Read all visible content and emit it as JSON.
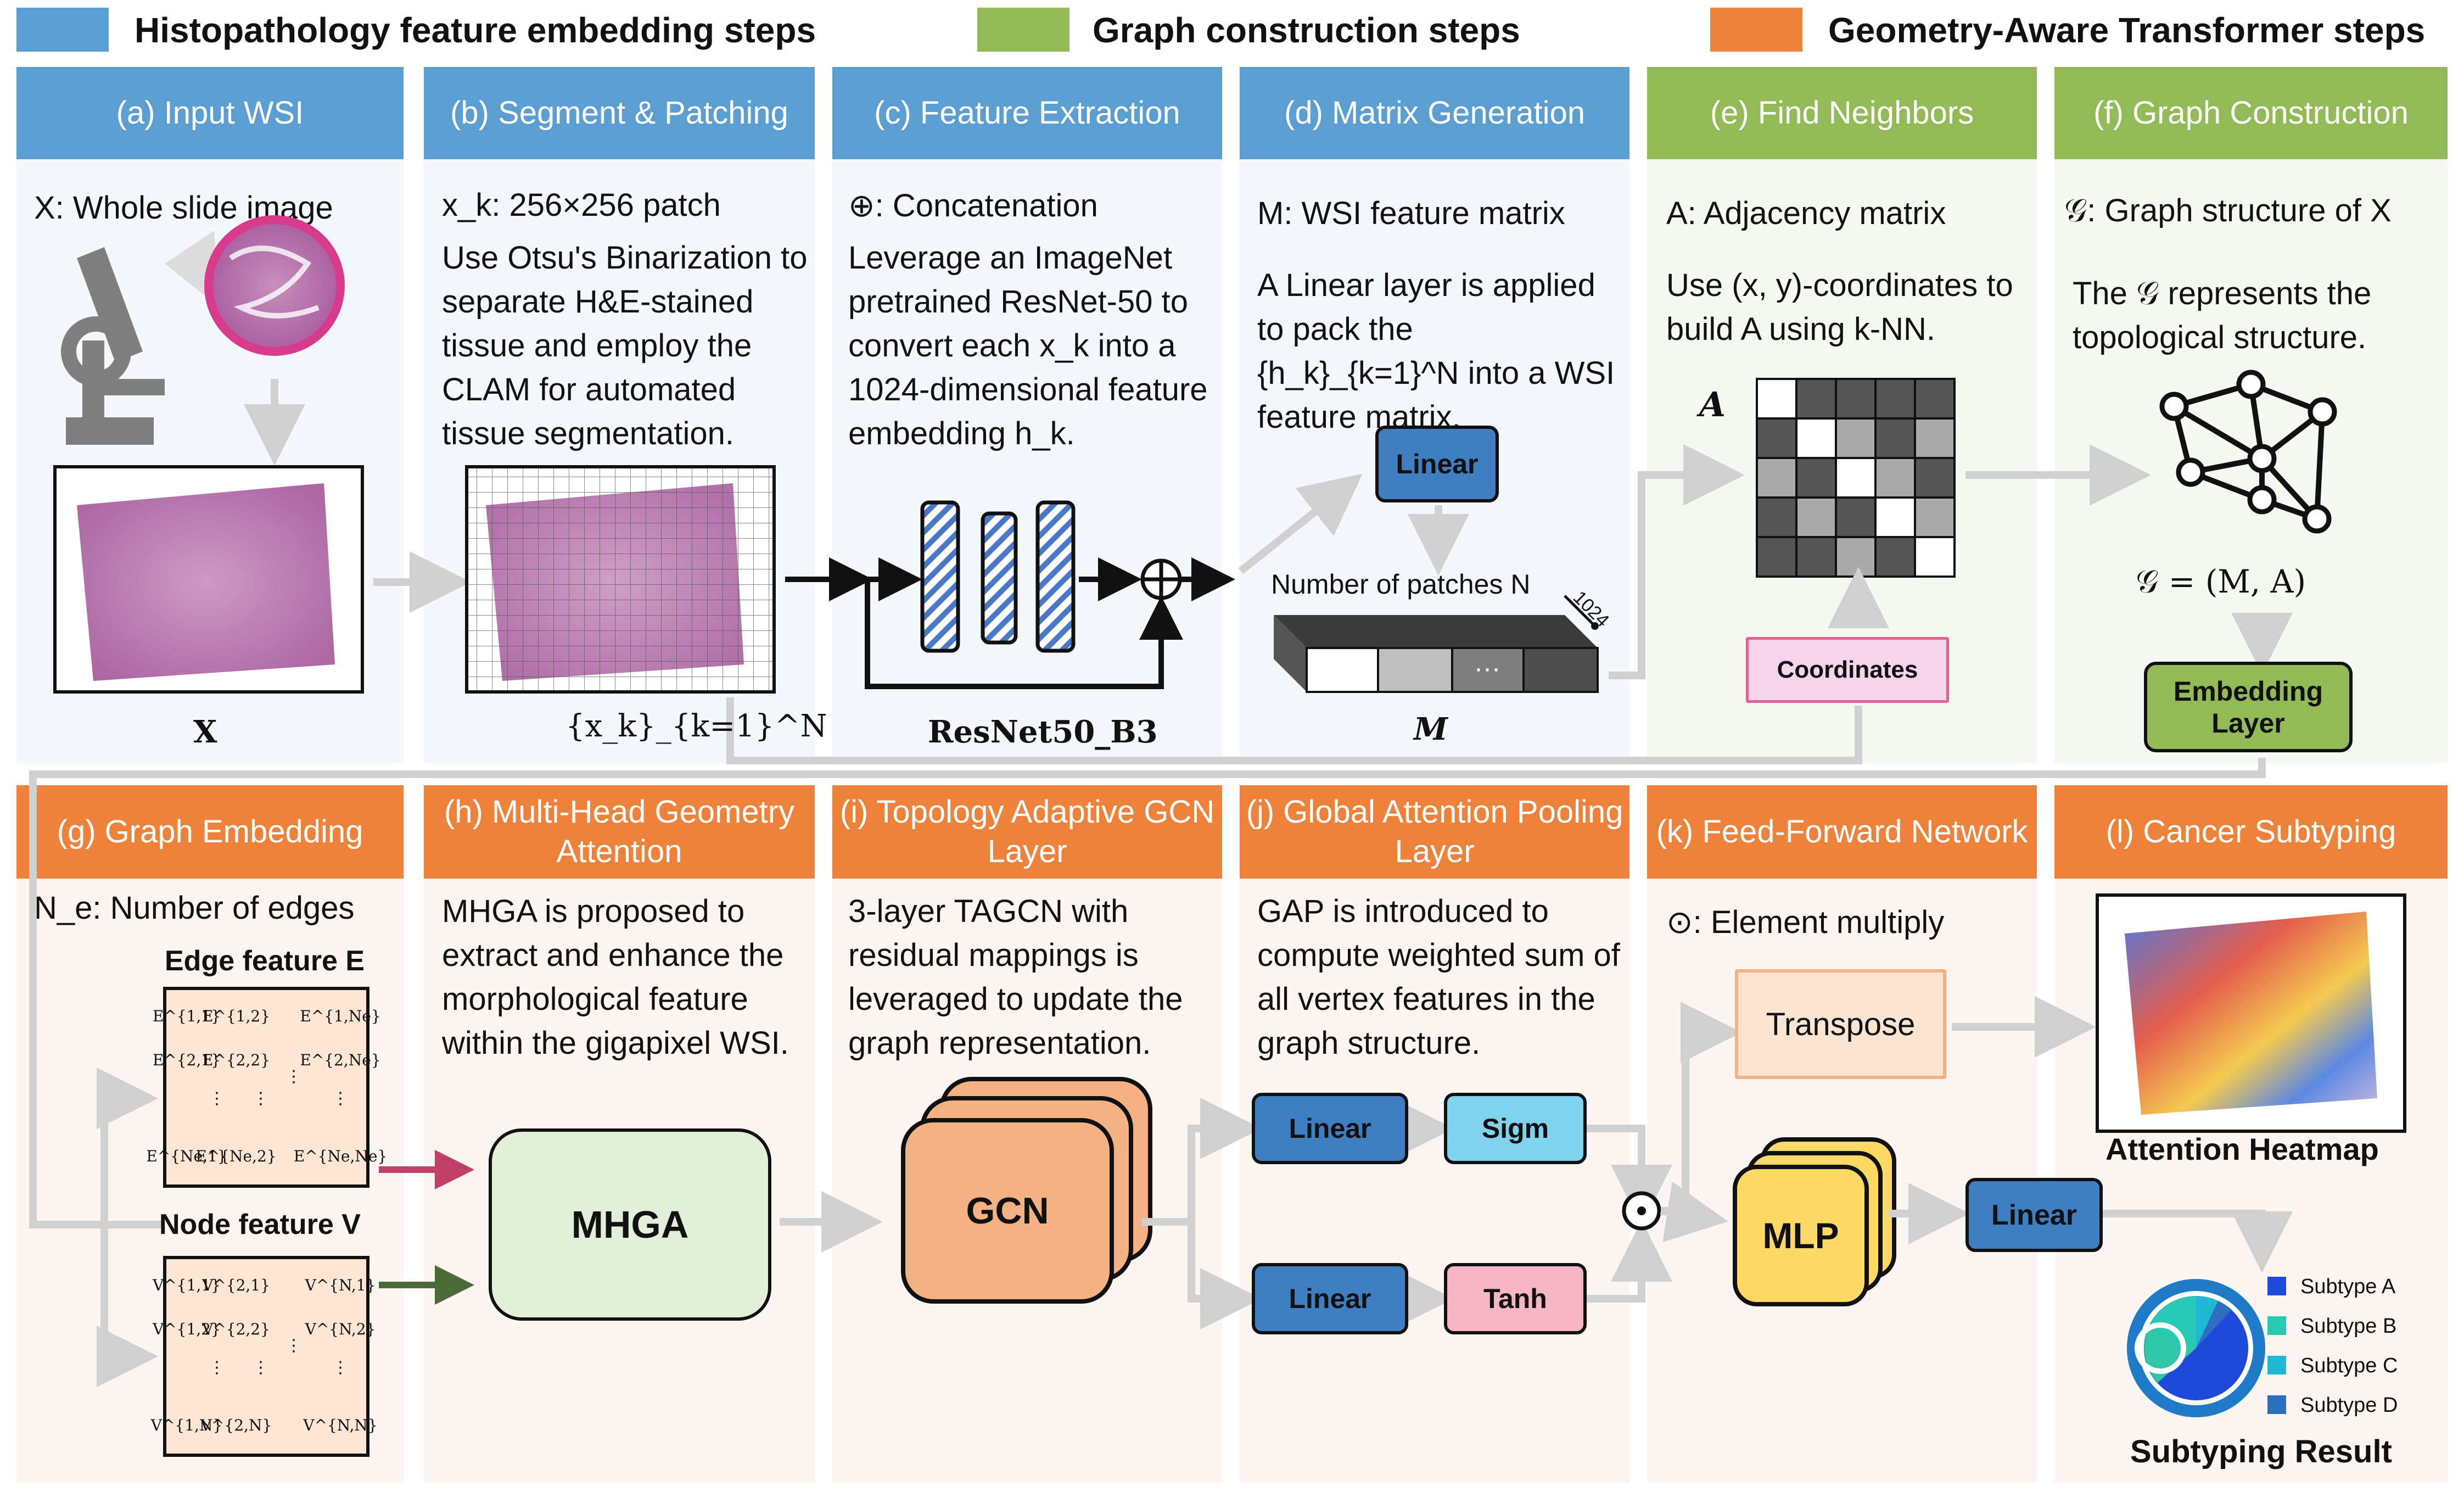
{
  "legend": {
    "histo": "Histopathology feature embedding steps",
    "graph": "Graph construction steps",
    "gat": "Geometry-Aware Transformer steps",
    "colors": {
      "blue": "#5a9ed2",
      "green": "#92bb58",
      "orange": "#ee823b"
    }
  },
  "steps": {
    "a": {
      "title": "(a) Input WSI",
      "sub": "X: Whole slide image",
      "caption": "X"
    },
    "b": {
      "title": "(b) Segment & Patching",
      "sub": "x_k: 256×256 patch",
      "text": "Use Otsu's Binarization to separate H&E-stained tissue and employ the CLAM for automated tissue segmentation.",
      "caption": "{x_k}_{k=1}^N"
    },
    "c": {
      "title": "(c) Feature Extraction",
      "sub": "⊕: Concatenation",
      "text": "Leverage an ImageNet pretrained ResNet-50 to convert each x_k into a 1024-dimensional feature embedding h_k.",
      "caption": "ResNet50_B3"
    },
    "d": {
      "title": "(d) Matrix Generation",
      "sub": "M: WSI feature matrix",
      "text": "A Linear layer is applied to pack the {h_k}_{k=1}^N into a WSI feature matrix.",
      "linear": "Linear",
      "patches": "Number of patches N",
      "dim": "1024",
      "dots": "···",
      "caption": "M"
    },
    "e": {
      "title": "(e) Find Neighbors",
      "sub": "A: Adjacency matrix",
      "text": "Use (x, y)-coordinates to build A using k-NN.",
      "matrix_label": "A",
      "coords": "Coordinates"
    },
    "f": {
      "title": "(f) Graph Construction",
      "sub": "𝒢: Graph structure of X",
      "text": "The 𝒢 represents the topological structure.",
      "formula": "𝒢 = (M, A)",
      "embed": "Embedding Layer"
    },
    "g": {
      "title": "(g) Graph Embedding",
      "sub": "N_e: Number of edges",
      "edge": "Edge feature E",
      "node": "Node feature V"
    },
    "h": {
      "title": "(h) Multi-Head Geometry Attention",
      "text": "MHGA is proposed to extract and enhance the morphological feature within the gigapixel WSI.",
      "box": "MHGA"
    },
    "i": {
      "title": "(i) Topology Adaptive GCN Layer",
      "text": "3-layer TAGCN with residual mappings is leveraged to update the graph representation.",
      "box": "GCN"
    },
    "j": {
      "title": "(j) Global Attention Pooling Layer",
      "text": "GAP is introduced to compute weighted sum of all vertex features in the graph structure.",
      "linear1": "Linear",
      "sigm": "Sigm",
      "linear2": "Linear",
      "tanh": "Tanh"
    },
    "k": {
      "title": "(k) Feed-Forward Network",
      "sub": "⊙: Element multiply",
      "transpose": "Transpose",
      "mlp": "MLP",
      "linear": "Linear"
    },
    "l": {
      "title": "(l) Cancer Subtyping",
      "heatmap": "Attention Heatmap",
      "result": "Subtyping Result",
      "subtypes": [
        "Subtype A",
        "Subtype B",
        "Subtype C",
        "Subtype D"
      ],
      "subtype_colors": [
        "#1f49d8",
        "#25c9b4",
        "#1fb9d6",
        "#2c6fc0"
      ]
    }
  },
  "edge_cells": [
    "E^{1,1}",
    "E^{1,2}",
    "E^{1,Ne}",
    "E^{2,1}",
    "E^{2,2}",
    "E^{2,Ne}",
    "E^{Ne,1}",
    "E^{Ne,2}",
    "E^{Ne,Ne}"
  ],
  "node_cells": [
    "V^{1,1}",
    "V^{2,1}",
    "V^{N,1}",
    "V^{1,2}",
    "V^{2,2}",
    "V^{N,2}",
    "V^{1,N}",
    "V^{2,N}",
    "V^{N,N}"
  ]
}
